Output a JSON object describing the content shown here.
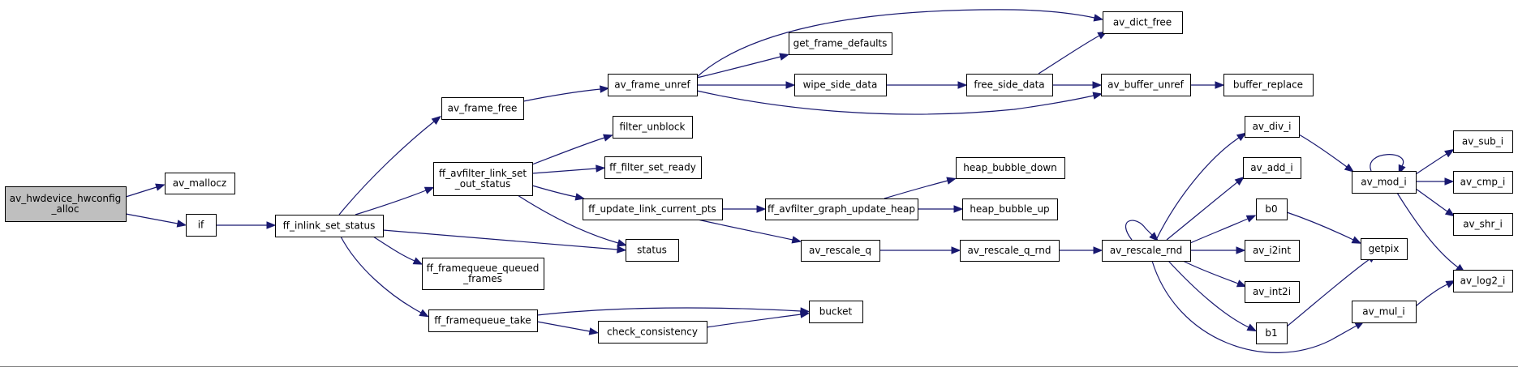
{
  "graph": {
    "colors": {
      "edge": "#191970",
      "root_fill": "#bfbfbf",
      "node_fill": "#ffffff",
      "node_stroke": "#000000"
    },
    "nodes": [
      {
        "id": "root",
        "label": [
          "av_hwdevice_hwconfig",
          "_alloc"
        ]
      },
      {
        "id": "av_mallocz",
        "label": [
          "av_mallocz"
        ]
      },
      {
        "id": "if",
        "label": [
          "if"
        ]
      },
      {
        "id": "ff_inlink_set_status",
        "label": [
          "ff_inlink_set_status"
        ]
      },
      {
        "id": "av_frame_free",
        "label": [
          "av_frame_free"
        ]
      },
      {
        "id": "ff_avfilter_link_set_out_status",
        "label": [
          "ff_avfilter_link_set",
          "_out_status"
        ]
      },
      {
        "id": "ff_framequeue_queued_frames",
        "label": [
          "ff_framequeue_queued",
          "_frames"
        ]
      },
      {
        "id": "ff_framequeue_take",
        "label": [
          "ff_framequeue_take"
        ]
      },
      {
        "id": "av_frame_unref",
        "label": [
          "av_frame_unref"
        ]
      },
      {
        "id": "filter_unblock",
        "label": [
          "filter_unblock"
        ]
      },
      {
        "id": "ff_filter_set_ready",
        "label": [
          "ff_filter_set_ready"
        ]
      },
      {
        "id": "ff_update_link_current_pts",
        "label": [
          "ff_update_link_current_pts"
        ]
      },
      {
        "id": "status",
        "label": [
          "status"
        ]
      },
      {
        "id": "check_consistency",
        "label": [
          "check_consistency"
        ]
      },
      {
        "id": "bucket",
        "label": [
          "bucket"
        ]
      },
      {
        "id": "get_frame_defaults",
        "label": [
          "get_frame_defaults"
        ]
      },
      {
        "id": "wipe_side_data",
        "label": [
          "wipe_side_data"
        ]
      },
      {
        "id": "free_side_data",
        "label": [
          "free_side_data"
        ]
      },
      {
        "id": "av_dict_free",
        "label": [
          "av_dict_free"
        ]
      },
      {
        "id": "av_buffer_unref",
        "label": [
          "av_buffer_unref"
        ]
      },
      {
        "id": "buffer_replace",
        "label": [
          "buffer_replace"
        ]
      },
      {
        "id": "ff_avfilter_graph_update_heap",
        "label": [
          "ff_avfilter_graph_update_heap"
        ]
      },
      {
        "id": "heap_bubble_down",
        "label": [
          "heap_bubble_down"
        ]
      },
      {
        "id": "heap_bubble_up",
        "label": [
          "heap_bubble_up"
        ]
      },
      {
        "id": "av_rescale_q",
        "label": [
          "av_rescale_q"
        ]
      },
      {
        "id": "av_rescale_q_rnd",
        "label": [
          "av_rescale_q_rnd"
        ]
      },
      {
        "id": "av_rescale_rnd",
        "label": [
          "av_rescale_rnd"
        ]
      },
      {
        "id": "av_div_i",
        "label": [
          "av_div_i"
        ]
      },
      {
        "id": "av_add_i",
        "label": [
          "av_add_i"
        ]
      },
      {
        "id": "b0",
        "label": [
          "b0"
        ]
      },
      {
        "id": "av_i2int",
        "label": [
          "av_i2int"
        ]
      },
      {
        "id": "av_int2i",
        "label": [
          "av_int2i"
        ]
      },
      {
        "id": "b1",
        "label": [
          "b1"
        ]
      },
      {
        "id": "av_mod_i",
        "label": [
          "av_mod_i"
        ]
      },
      {
        "id": "getpix",
        "label": [
          "getpix"
        ]
      },
      {
        "id": "av_mul_i",
        "label": [
          "av_mul_i"
        ]
      },
      {
        "id": "av_sub_i",
        "label": [
          "av_sub_i"
        ]
      },
      {
        "id": "av_cmp_i",
        "label": [
          "av_cmp_i"
        ]
      },
      {
        "id": "av_shr_i",
        "label": [
          "av_shr_i"
        ]
      },
      {
        "id": "av_log2_i",
        "label": [
          "av_log2_i"
        ]
      }
    ],
    "edges": [
      [
        "root",
        "av_mallocz"
      ],
      [
        "root",
        "if"
      ],
      [
        "if",
        "ff_inlink_set_status"
      ],
      [
        "ff_inlink_set_status",
        "av_frame_free"
      ],
      [
        "ff_inlink_set_status",
        "ff_avfilter_link_set_out_status"
      ],
      [
        "ff_inlink_set_status",
        "status"
      ],
      [
        "ff_inlink_set_status",
        "ff_framequeue_queued_frames"
      ],
      [
        "ff_inlink_set_status",
        "ff_framequeue_take"
      ],
      [
        "av_frame_free",
        "av_frame_unref"
      ],
      [
        "av_frame_unref",
        "av_dict_free"
      ],
      [
        "av_frame_unref",
        "get_frame_defaults"
      ],
      [
        "av_frame_unref",
        "wipe_side_data"
      ],
      [
        "av_frame_unref",
        "av_buffer_unref"
      ],
      [
        "wipe_side_data",
        "free_side_data"
      ],
      [
        "free_side_data",
        "av_dict_free"
      ],
      [
        "free_side_data",
        "av_buffer_unref"
      ],
      [
        "av_buffer_unref",
        "buffer_replace"
      ],
      [
        "ff_avfilter_link_set_out_status",
        "filter_unblock"
      ],
      [
        "ff_avfilter_link_set_out_status",
        "ff_filter_set_ready"
      ],
      [
        "ff_avfilter_link_set_out_status",
        "ff_update_link_current_pts"
      ],
      [
        "ff_avfilter_link_set_out_status",
        "status"
      ],
      [
        "ff_update_link_current_pts",
        "ff_avfilter_graph_update_heap"
      ],
      [
        "ff_update_link_current_pts",
        "av_rescale_q"
      ],
      [
        "ff_avfilter_graph_update_heap",
        "heap_bubble_down"
      ],
      [
        "ff_avfilter_graph_update_heap",
        "heap_bubble_up"
      ],
      [
        "av_rescale_q",
        "av_rescale_q_rnd"
      ],
      [
        "av_rescale_q_rnd",
        "av_rescale_rnd"
      ],
      [
        "av_rescale_rnd",
        "av_rescale_rnd"
      ],
      [
        "av_rescale_rnd",
        "av_div_i"
      ],
      [
        "av_rescale_rnd",
        "av_add_i"
      ],
      [
        "av_rescale_rnd",
        "b0"
      ],
      [
        "av_rescale_rnd",
        "av_i2int"
      ],
      [
        "av_rescale_rnd",
        "av_int2i"
      ],
      [
        "av_rescale_rnd",
        "b1"
      ],
      [
        "av_rescale_rnd",
        "av_mul_i"
      ],
      [
        "av_div_i",
        "av_mod_i"
      ],
      [
        "av_mod_i",
        "av_mod_i"
      ],
      [
        "av_mod_i",
        "av_sub_i"
      ],
      [
        "av_mod_i",
        "av_cmp_i"
      ],
      [
        "av_mod_i",
        "av_shr_i"
      ],
      [
        "av_mod_i",
        "av_log2_i"
      ],
      [
        "av_mul_i",
        "av_log2_i"
      ],
      [
        "b0",
        "getpix"
      ],
      [
        "b1",
        "getpix"
      ],
      [
        "ff_framequeue_take",
        "bucket"
      ],
      [
        "ff_framequeue_take",
        "check_consistency"
      ],
      [
        "check_consistency",
        "bucket"
      ]
    ]
  }
}
